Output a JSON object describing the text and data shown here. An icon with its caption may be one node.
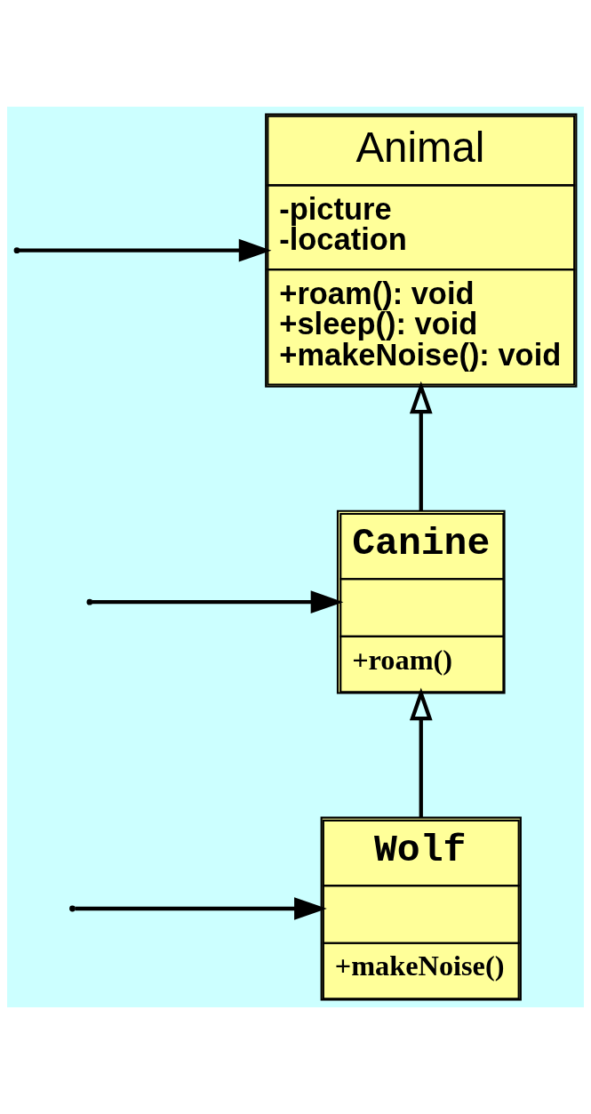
{
  "diagram": {
    "nodes": [
      {
        "text": [
          "Animal",
          "-picture",
          "-location",
          "+roam(): void",
          "+sleep(): void",
          "+makeNoise(): void"
        ]
      },
      {
        "text": [
          "Canine",
          "+roam()"
        ]
      },
      {
        "text": [
          "Wolf",
          "+makeNoise()"
        ]
      }
    ],
    "edges": [
      {
        "from": 1,
        "to": 0,
        "arrow": "to"
      },
      {
        "from": 2,
        "to": 1,
        "arrow": "to"
      },
      {
        "from": null,
        "to": 0,
        "arrow": "to"
      },
      {
        "from": null,
        "to": 1,
        "arrow": "to"
      },
      {
        "from": null,
        "to": 2,
        "arrow": "to"
      }
    ]
  }
}
